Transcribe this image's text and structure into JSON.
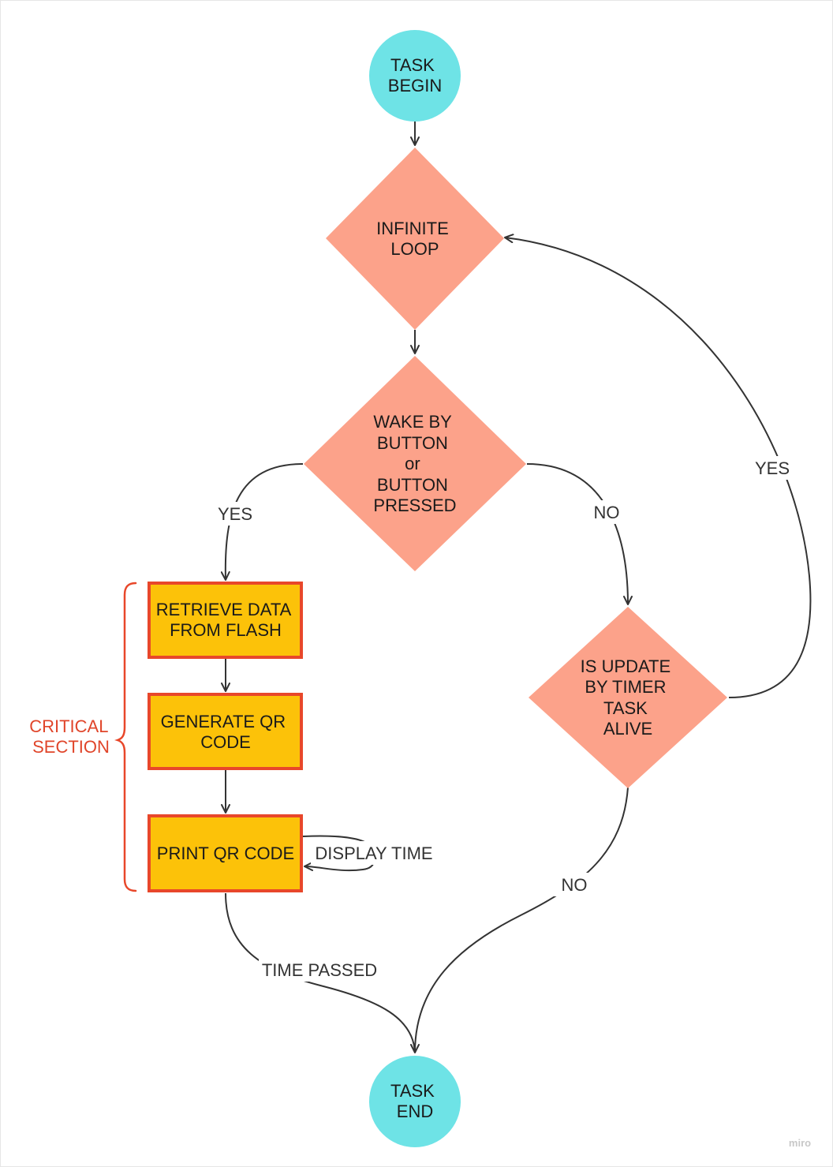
{
  "colors": {
    "terminal": "#6ee3e6",
    "decision": "#fca28a",
    "process_fill": "#fcc209",
    "process_border": "#e8472a",
    "bracket": "#e8472a",
    "edge": "#333333"
  },
  "nodes": {
    "task_begin": [
      "TASK",
      "BEGIN"
    ],
    "infinite_loop": [
      "INFINITE",
      "LOOP"
    ],
    "wake_check": [
      "WAKE BY",
      "BUTTON",
      "or",
      "BUTTON",
      "PRESSED"
    ],
    "retrieve_data": [
      "RETRIEVE DATA",
      "FROM FLASH"
    ],
    "generate_qr": [
      "GENERATE QR",
      "CODE"
    ],
    "print_qr": [
      "PRINT QR CODE"
    ],
    "timer_check": [
      "IS UPDATE",
      "BY TIMER",
      "TASK",
      "ALIVE"
    ],
    "task_end": [
      "TASK",
      "END"
    ]
  },
  "edge_labels": {
    "wake_yes": "YES",
    "wake_no": "NO",
    "timer_yes": "YES",
    "timer_no": "NO",
    "display_time": "DISPLAY TIME",
    "time_passed": "TIME PASSED"
  },
  "critical_section": [
    "CRITICAL",
    "SECTION"
  ],
  "watermark": "miro"
}
